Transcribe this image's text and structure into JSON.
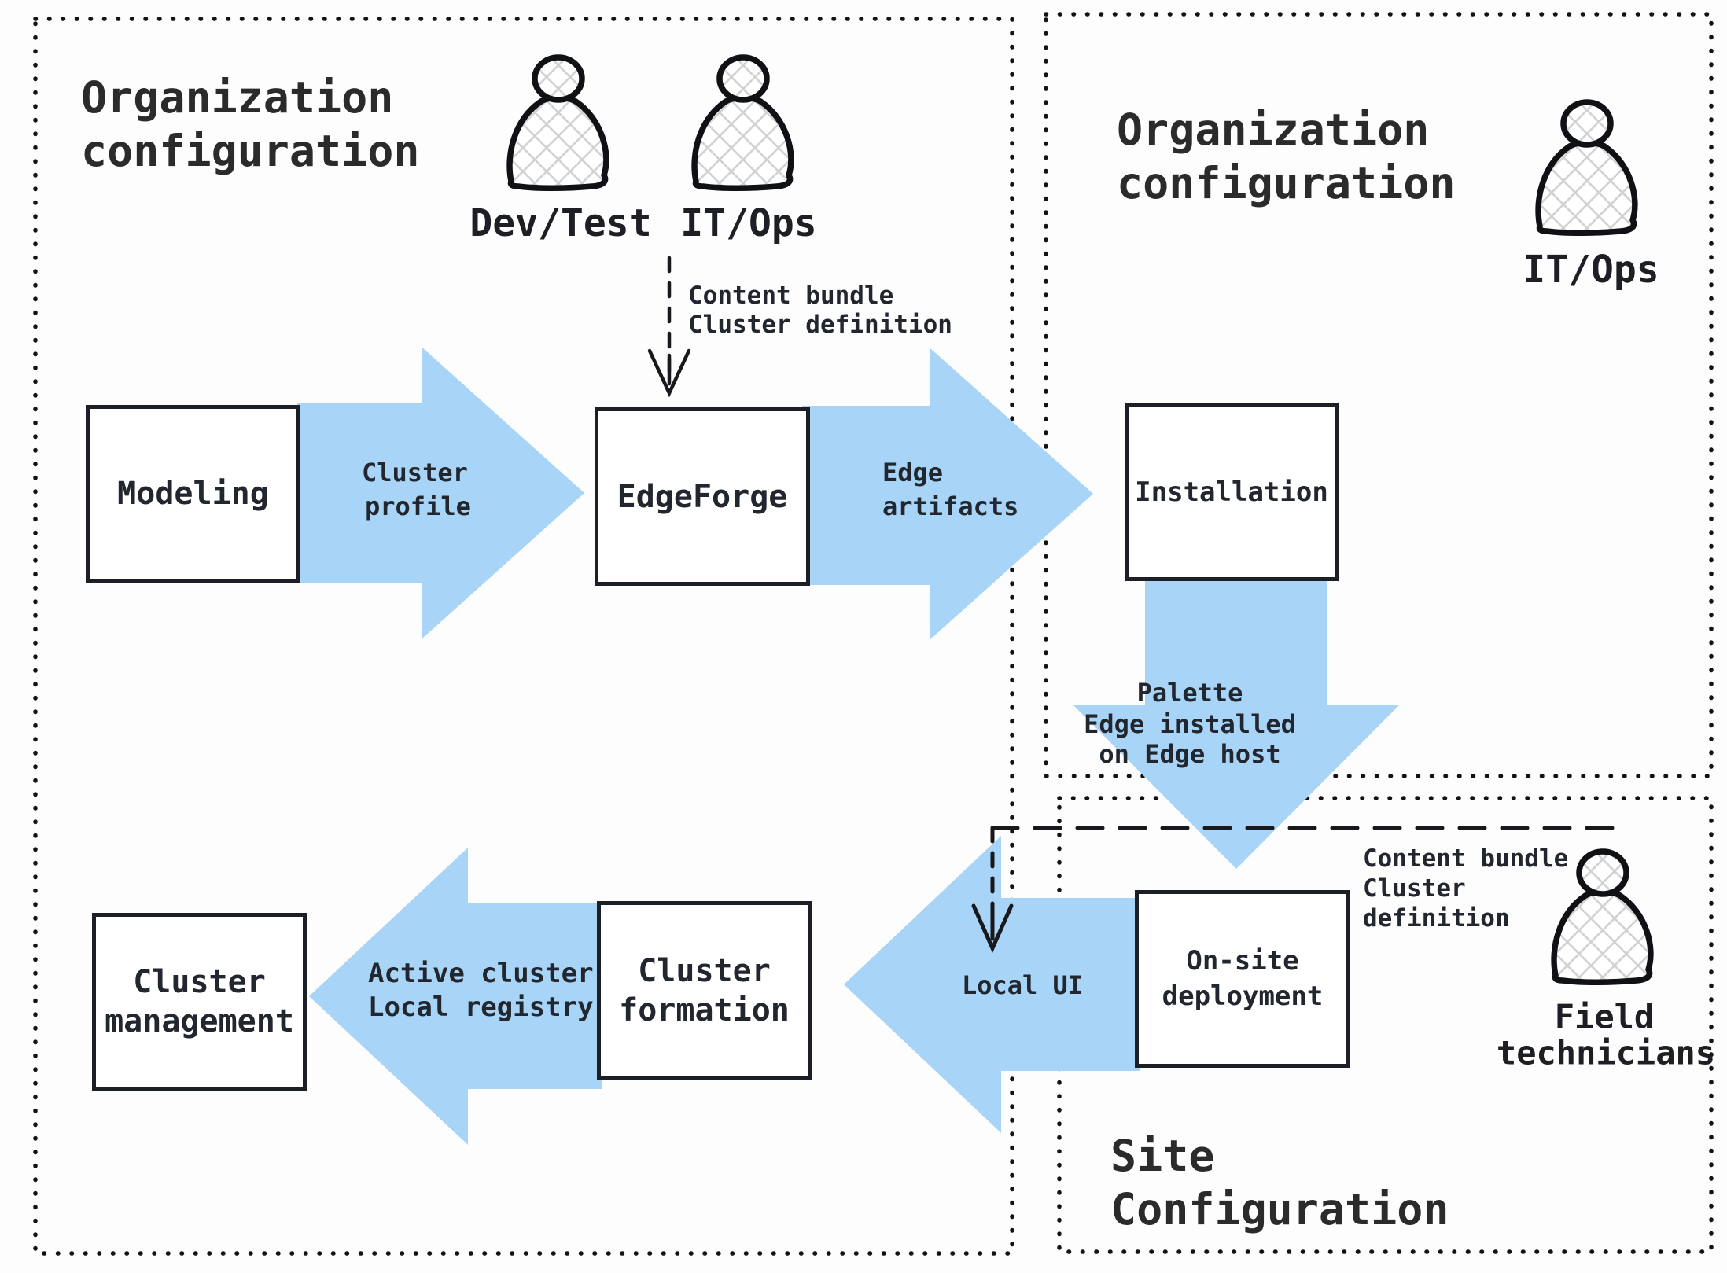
{
  "titles": {
    "org_config_left": [
      "Organization",
      "configuration"
    ],
    "org_config_right": [
      "Organization",
      "configuration"
    ],
    "site_config": [
      "Site",
      "Configuration"
    ]
  },
  "actors": {
    "dev_test": "Dev/Test",
    "it_ops_left": "IT/Ops",
    "it_ops_right": "IT/Ops",
    "field_technicians": [
      "Field",
      "technicians"
    ]
  },
  "boxes": {
    "modeling": "Modeling",
    "edgeforge": "EdgeForge",
    "installation": "Installation",
    "onsite_deployment": [
      "On-site",
      "deployment"
    ],
    "cluster_formation": [
      "Cluster",
      "formation"
    ],
    "cluster_management": [
      "Cluster",
      "management"
    ]
  },
  "arrow_labels": {
    "cluster_profile": [
      "Cluster",
      "profile"
    ],
    "edge_artifacts": [
      "Edge",
      "artifacts"
    ],
    "palette_edge": [
      "Palette",
      "Edge installed",
      "on Edge host"
    ],
    "local_ui": "Local UI",
    "active_cluster": [
      "Active cluster",
      "Local registry"
    ],
    "content_bundle_top": [
      "Content bundle",
      "Cluster definition"
    ],
    "content_bundle_bottom": [
      "Content bundle",
      "Cluster",
      "definition"
    ]
  },
  "icons": {
    "dev_test": "person-icon",
    "it_ops_left": "person-icon",
    "it_ops_right": "person-icon",
    "field_technicians": "person-icon"
  },
  "colors": {
    "arrow_blue": "#a8d5f7",
    "ink": "#17191d",
    "text": "#22262e",
    "hatch": "#d2d2d2"
  }
}
